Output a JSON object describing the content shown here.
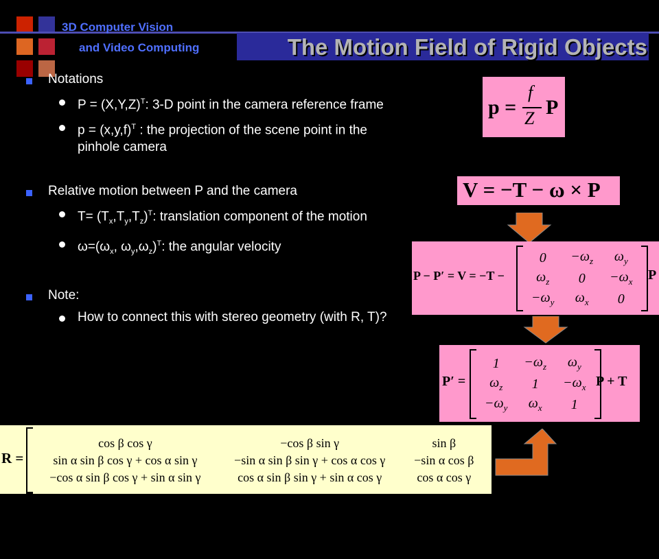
{
  "header": {
    "course_line1": "3D Computer Vision",
    "course_line2": "and Video Computing",
    "title": "The Motion Field of Rigid Objects",
    "logo_colors": [
      "#cc2200",
      "#333399",
      "#dd6622",
      "#bb2233",
      "#990000",
      "#bb6644"
    ]
  },
  "content": {
    "notations": {
      "label": "Notations",
      "item1_pre": "P = (X,Y,Z)",
      "item1_sup": "T",
      "item1_post": ": 3-D point in the camera reference frame",
      "item2_pre": "p = (x,y,f)",
      "item2_sup": "T",
      "item2_post": " : the projection of the scene point in the pinhole camera"
    },
    "relative": {
      "label": "Relative motion between P and the camera",
      "item1_a": "T= (T",
      "item1_sx": "x",
      "item1_b": ",T",
      "item1_sy": "y",
      "item1_c": ",T",
      "item1_sz": "z",
      "item1_d": ")",
      "item1_sup": "T",
      "item1_post": ": translation component of the motion",
      "item2_a": "ω=(ω",
      "item2_sx": "x",
      "item2_b": ", ω",
      "item2_sy": "y",
      "item2_c": ",ω",
      "item2_sz": "z",
      "item2_d": ")",
      "item2_sup": "T",
      "item2_post": ": the angular velocity"
    },
    "note": {
      "label": "Note:",
      "item1": "How to connect this with stereo geometry (with R, T)?"
    }
  },
  "formulas": {
    "projection_lhs": "p =",
    "projection_num": "f",
    "projection_den": "Z",
    "projection_rhs": "P",
    "velocity": "V = −T − ω × P",
    "pp_lhs": "P − P′ = V = −T −",
    "pp_rhs": "P",
    "pp_matrix": [
      [
        "0",
        "−ω_z",
        "ω_y"
      ],
      [
        "ω_z",
        "0",
        "−ω_x"
      ],
      [
        "−ω_y",
        "ω_x",
        "0"
      ]
    ],
    "pprime_lhs": "P′ =",
    "pprime_rhs": "P + T",
    "pprime_matrix": [
      [
        "1",
        "−ω_z",
        "ω_y"
      ],
      [
        "ω_z",
        "1",
        "−ω_x"
      ],
      [
        "−ω_y",
        "ω_x",
        "1"
      ]
    ],
    "r_lhs": "R =",
    "r_matrix": [
      [
        "cos β cos γ",
        "−cos β sin γ",
        "sin β"
      ],
      [
        "sin α sin β cos γ + cos α sin γ",
        "−sin α sin β sin γ + cos α cos γ",
        "−sin α cos β"
      ],
      [
        "−cos α sin β cos γ + sin α sin γ",
        "cos α sin β sin γ + sin α cos γ",
        "cos α cos γ"
      ]
    ]
  },
  "colors": {
    "pink": "#ff99cc",
    "yellow": "#ffffcc",
    "arrow": "#e06a20",
    "bullet": "#3b62ff"
  }
}
